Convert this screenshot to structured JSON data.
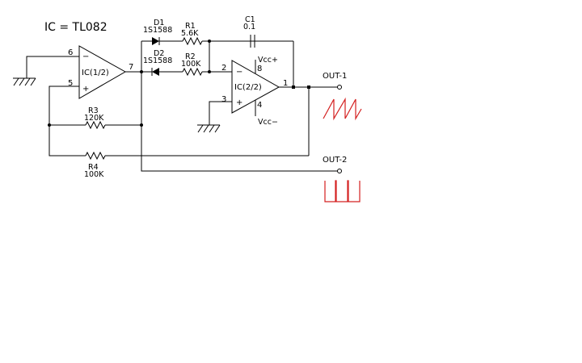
{
  "title": "IC = TL082",
  "components": {
    "ic1": {
      "label": "IC(1/2)",
      "pin_minus": "6",
      "pin_plus": "5",
      "pin_out": "7",
      "sign_minus": "−",
      "sign_plus": "+"
    },
    "ic2": {
      "label": "IC(2/2)",
      "pin_minus": "2",
      "pin_plus": "3",
      "pin_out": "1",
      "pin_vcc_plus": "8",
      "pin_vcc_minus": "4",
      "sign_minus": "−",
      "sign_plus": "+",
      "vcc_plus": "Vcc+",
      "vcc_minus": "Vcc−"
    },
    "d1": {
      "name": "D1",
      "part": "1S1588"
    },
    "d2": {
      "name": "D2",
      "part": "1S1588"
    },
    "r1": {
      "name": "R1",
      "value": "5.6K"
    },
    "r2": {
      "name": "R2",
      "value": "100K"
    },
    "r3": {
      "name": "R3",
      "value": "120K"
    },
    "r4": {
      "name": "R4",
      "value": "100K"
    },
    "c1": {
      "name": "C1",
      "value": "0.1"
    }
  },
  "outputs": {
    "out1": {
      "label": "OUT-1",
      "waveform": "sawtooth"
    },
    "out2": {
      "label": "OUT-2",
      "waveform": "square"
    }
  },
  "colors": {
    "wire": "#000000",
    "waveform": "#d42020"
  }
}
